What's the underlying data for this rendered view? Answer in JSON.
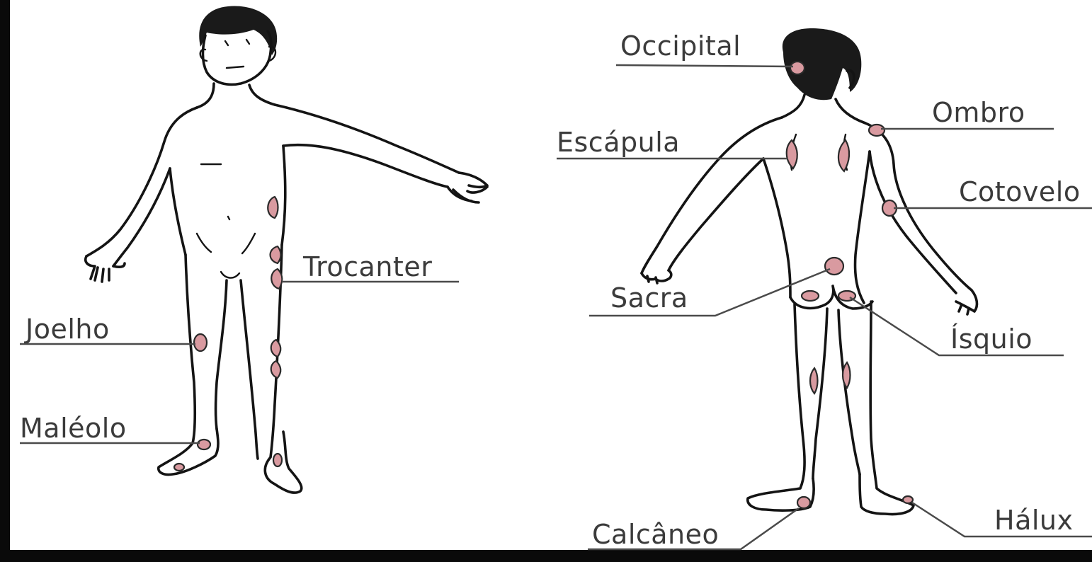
{
  "colors": {
    "background": "#ffffff",
    "frame": "#0a0a0a",
    "outline": "#141414",
    "pressure_point_fill": "#d99aa0",
    "label_text": "#3b3b3b"
  },
  "labels": {
    "front": {
      "trocanter": "Trocanter",
      "joelho": "Joelho",
      "maleolo": "Maléolo"
    },
    "back": {
      "occipital": "Occipital",
      "ombro": "Ombro",
      "escapula": "Escápula",
      "cotovelo": "Cotovelo",
      "sacra": "Sacra",
      "isquio": "Ísquio",
      "calcaneo": "Calcâneo",
      "halux": "Hálux"
    }
  },
  "icons": {
    "front_figure": "front-body-figure",
    "back_figure": "back-body-figure",
    "pressure_point": "pressure-point-marker"
  }
}
